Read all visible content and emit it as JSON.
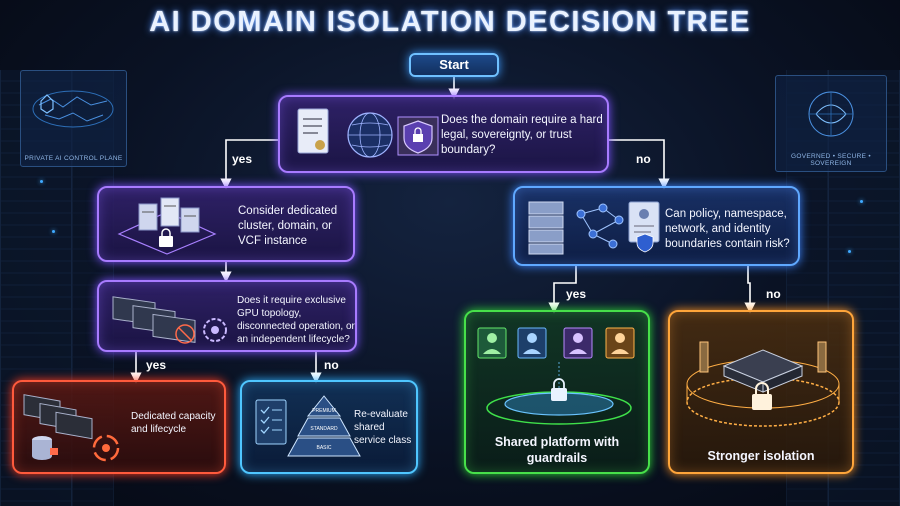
{
  "title": "AI DOMAIN ISOLATION DECISION TREE",
  "start_label": "Start",
  "background": {
    "left_panel_caption": "PRIVATE AI CONTROL PLANE",
    "right_panel_caption": "GOVERNED • SECURE • SOVEREIGN"
  },
  "nodes": {
    "q1": "Does the domain require a hard legal, sovereignty, or trust boundary?",
    "dedicated": "Consider dedicated cluster, domain, or VCF instance",
    "q2": "Can policy, namespace, network, and identity boundaries contain risk?",
    "q3": "Does it require exclusive GPU topology, disconnected operation, or an independent lifecycle?",
    "capacity": "Dedicated capacity and lifecycle",
    "reevaluate": "Re-evaluate shared service class",
    "shared": "Shared platform with guardrails",
    "stronger": "Stronger isolation"
  },
  "tiers": {
    "top": "PREMIUM",
    "mid": "STANDARD",
    "base": "BASIC"
  },
  "edges": {
    "q1_yes": "yes",
    "q1_no": "no",
    "q2_yes": "yes",
    "q2_no": "no",
    "q3_yes": "yes",
    "q3_no": "no"
  },
  "colors": {
    "purple": "#a87bff",
    "blue": "#5fa8ff",
    "red": "#ff5a3c",
    "cyan": "#4fc6ff",
    "green": "#47e04a",
    "orange": "#ffa53a"
  },
  "icons": [
    "document-icon",
    "globe-icon",
    "shield-lock-icon",
    "server-cluster-icon",
    "storage-stack-icon",
    "network-graph-icon",
    "id-card-icon",
    "gpu-icon",
    "gear-icon",
    "checklist-icon",
    "pyramid-icon",
    "user-shield-icon",
    "padlock-icon",
    "fortress-icon"
  ]
}
